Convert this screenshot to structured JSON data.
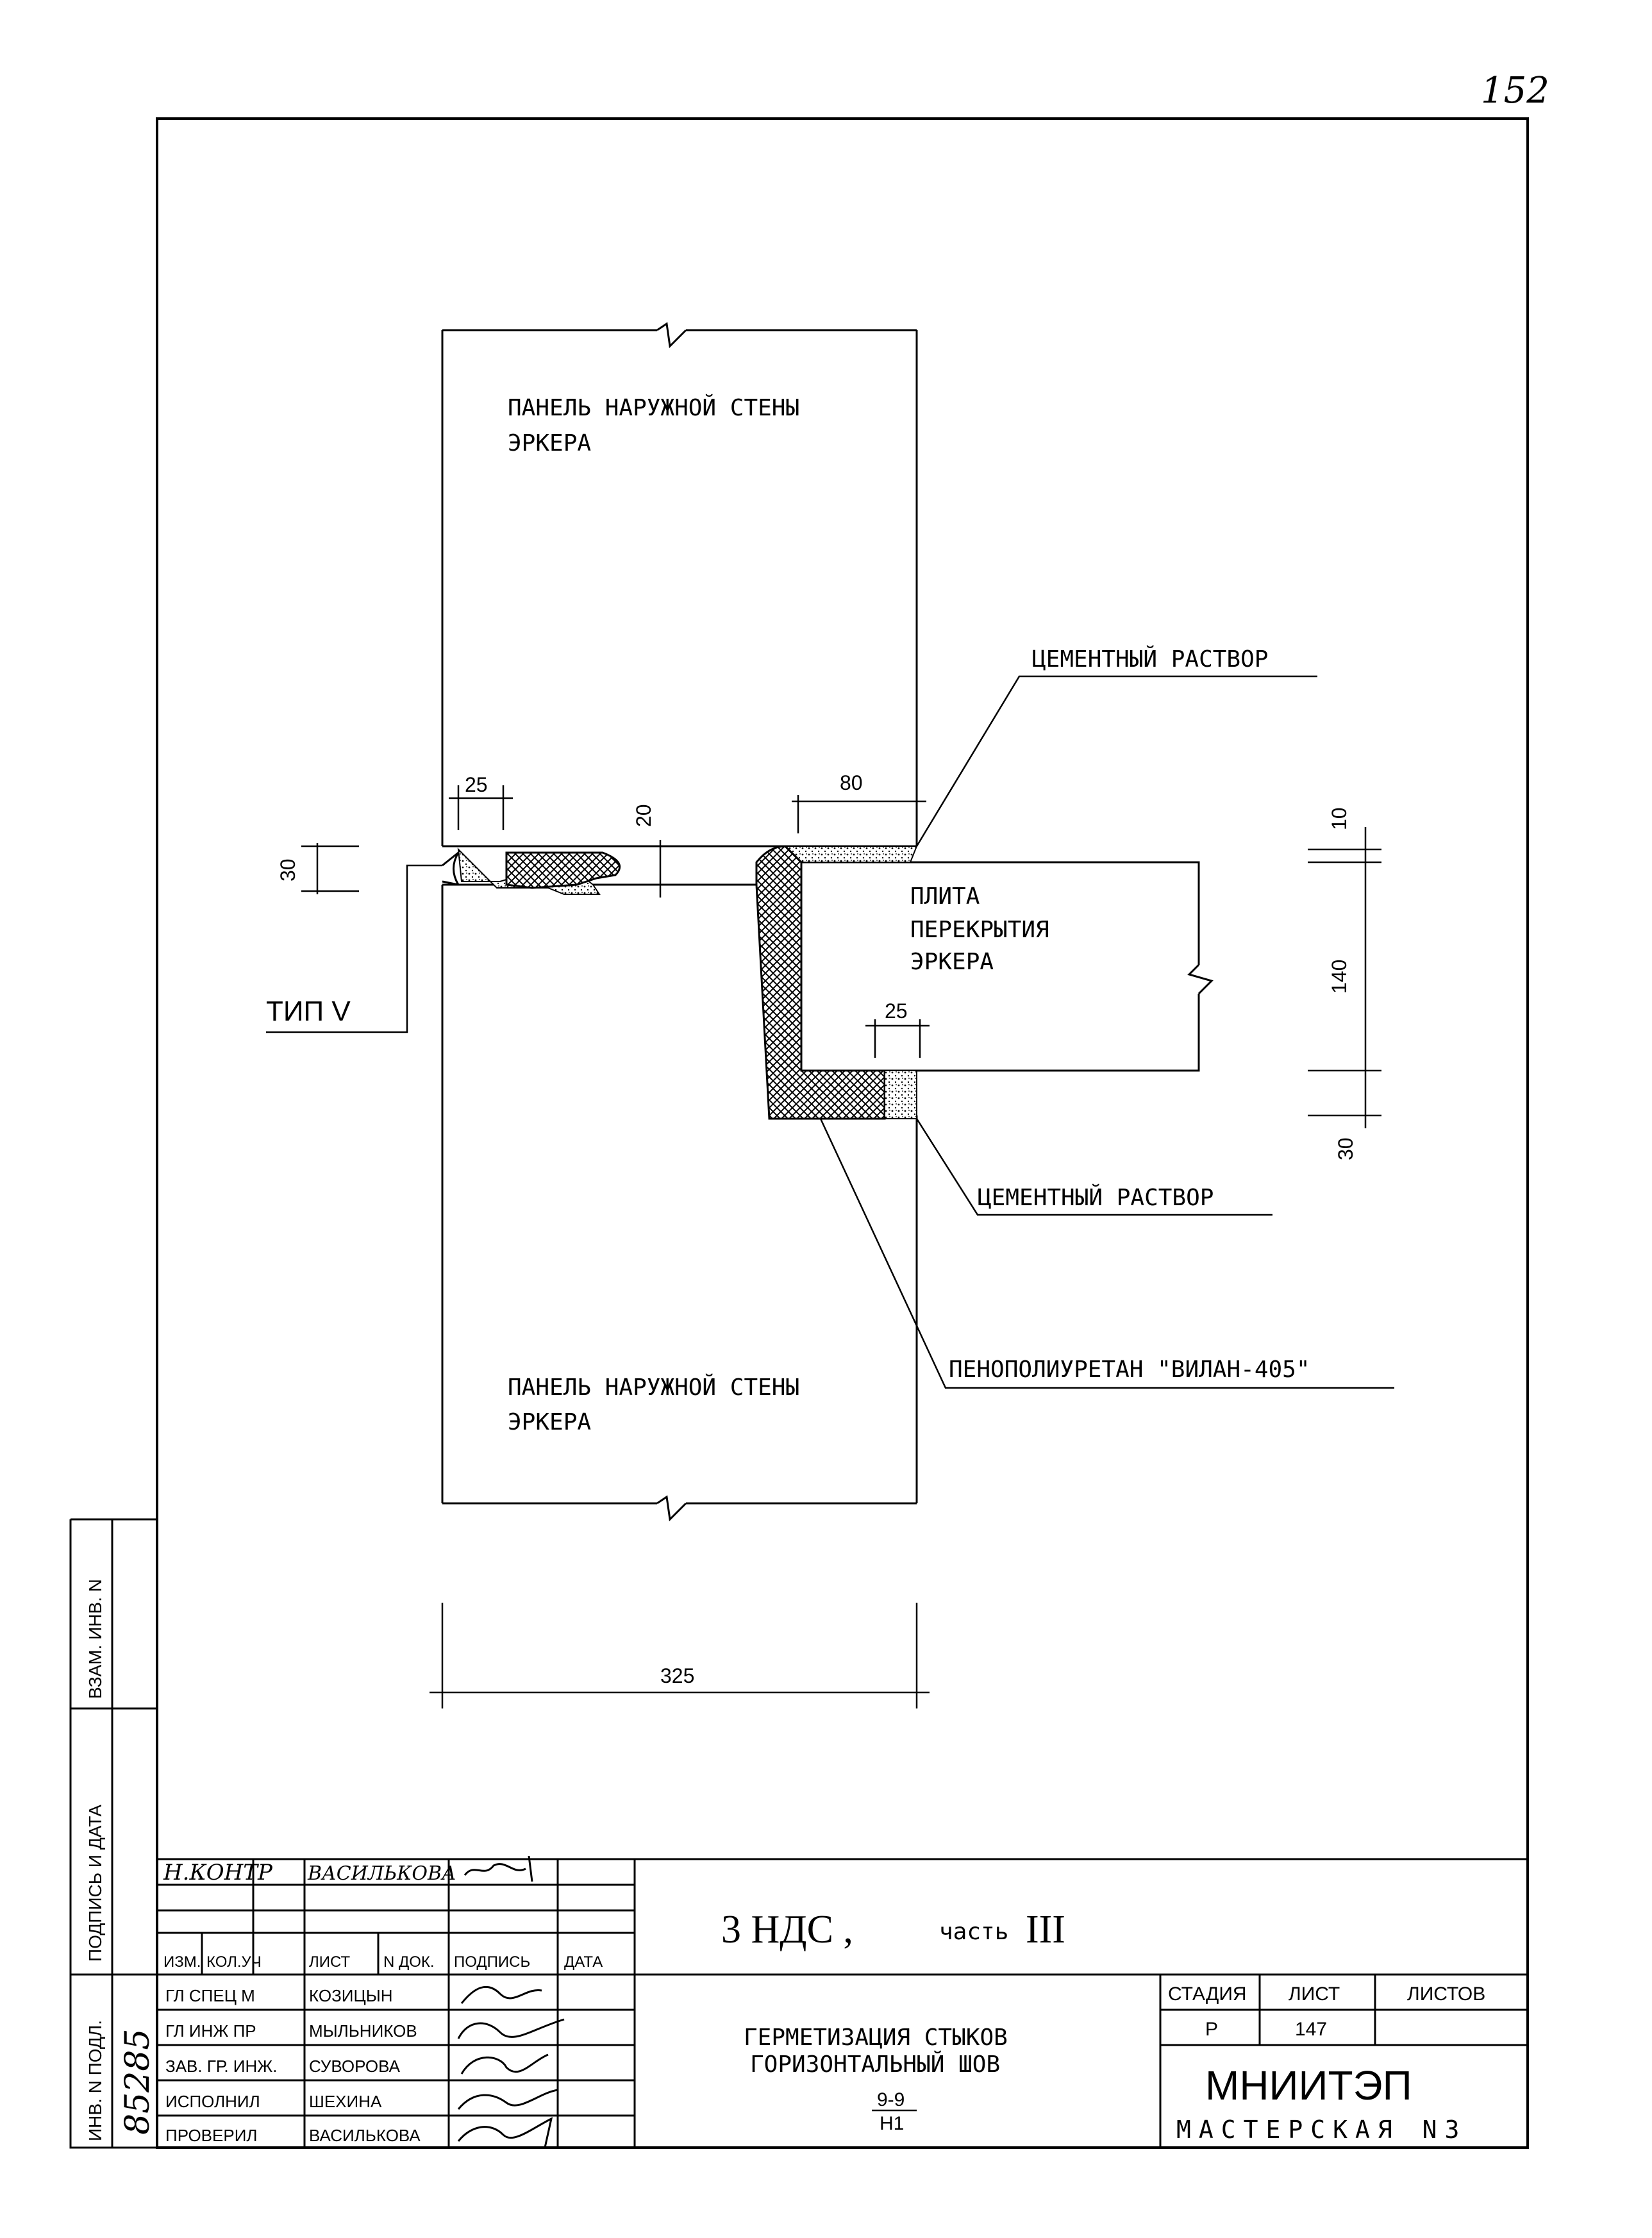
{
  "page_number": "152",
  "drawing": {
    "panel_top_label_line1": "ПАНЕЛЬ НАРУЖНОЙ СТЕНЫ",
    "panel_top_label_line2": "ЭРКЕРА",
    "panel_bottom_label_line1": "ПАНЕЛЬ НАРУЖНОЙ СТЕНЫ",
    "panel_bottom_label_line2": "ЭРКЕРА",
    "slab_label_line1": "ПЛИТА",
    "slab_label_line2": "ПЕРЕКРЫТИЯ",
    "slab_label_line3": "ЭРКЕРА",
    "callout_cement_top": "ЦЕМЕНТНЫЙ РАСТВОР",
    "callout_cement_bottom": "ЦЕМЕНТНЫЙ РАСТВОР",
    "callout_foam": "ПЕНОПОЛИУРЕТАН \"ВИЛАН-405\"",
    "callout_type": "ТИП V",
    "dim_25_left": "25",
    "dim_20": "20",
    "dim_80": "80",
    "dim_30_left": "30",
    "dim_25_slab": "25",
    "dim_10": "10",
    "dim_140": "140",
    "dim_30_right": "30",
    "dim_325": "325"
  },
  "side_stamp": {
    "vzam_inv": "ВЗАМ. ИНВ. N",
    "podpis_data": "ПОДПИСЬ И ДАТА",
    "inv_podl": "ИНВ. N ПОДЛ.",
    "inv_number": "85285"
  },
  "title_block": {
    "n_kontr_role": "Н.КОНТР",
    "n_kontr_name": "ВАСИЛЬКОВА",
    "headers": [
      "ИЗМ.",
      "КОЛ.УЧ",
      "ЛИСТ",
      "N ДОК.",
      "ПОДПИСЬ",
      "ДАТА"
    ],
    "rows": [
      {
        "role": "ГЛ СПЕЦ М",
        "name": "КОЗИЦЫН"
      },
      {
        "role": "ГЛ ИНЖ ПР",
        "name": "МЫЛЬНИКОВ"
      },
      {
        "role": "ЗАВ. ГР. ИНЖ.",
        "name": "СУВОРОВА"
      },
      {
        "role": "ИСПОЛНИЛ",
        "name": "ШЕХИНА"
      },
      {
        "role": "ПРОВЕРИЛ",
        "name": "ВАСИЛЬКОВА"
      }
    ],
    "project_code": "3 НДС ,",
    "project_part": "часть",
    "project_part_num": "III",
    "title_line1": "ГЕРМЕТИЗАЦИЯ СТЫКОВ",
    "title_line2": "ГОРИЗОНТАЛЬНЫЙ ШОВ",
    "section_top": "9-9",
    "section_bottom": "Н1",
    "stage_label": "СТАДИЯ",
    "sheet_label": "ЛИСТ",
    "sheets_label": "ЛИСТОВ",
    "stage_value": "Р",
    "sheet_value": "147",
    "sheets_value": "",
    "org_name": "МНИИТЭП",
    "org_unit": "МАСТЕРСКАЯ N3"
  }
}
